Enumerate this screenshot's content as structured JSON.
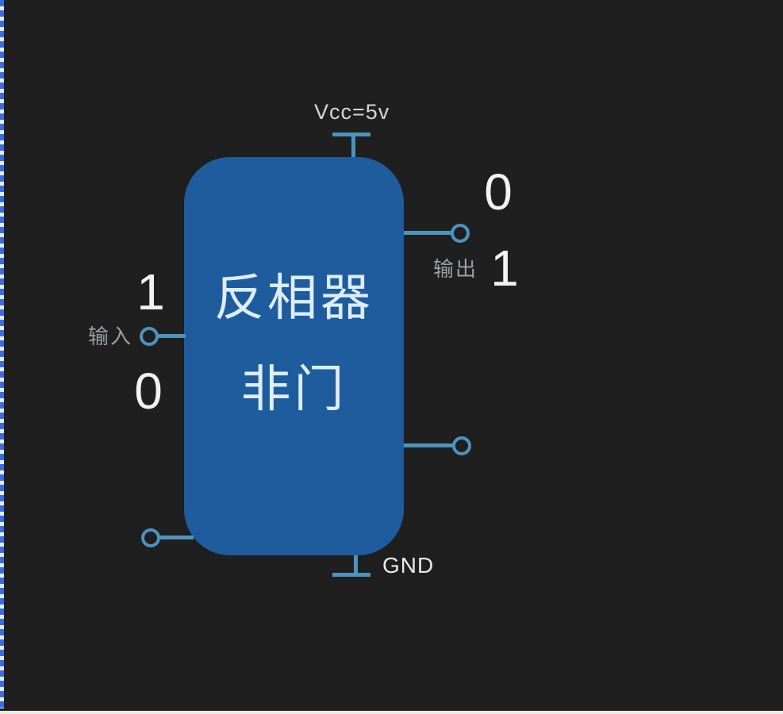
{
  "chip": {
    "name_line1": "反相器",
    "name_line2": "非门"
  },
  "pins": {
    "vcc": {
      "label": "Vcc=5v"
    },
    "gnd": {
      "label": "GND"
    },
    "input": {
      "label": "输入",
      "value_top": "1",
      "value_bottom": "0"
    },
    "output": {
      "label": "输出",
      "value_top": "0",
      "value_bottom": "1"
    }
  },
  "colors": {
    "background": "#1f1f1f",
    "chip_fill": "#1f5c9e",
    "wire": "#4c93be",
    "value_text": "#f2f2f2",
    "label_text": "#9aa0a4",
    "chip_text": "#ddeefb",
    "selection_dash": "#3b6de0"
  }
}
